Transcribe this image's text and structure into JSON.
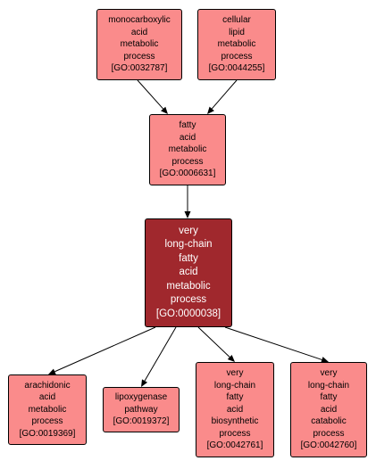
{
  "colors": {
    "node_fill": "#fa8b8b",
    "focus_fill": "#a0282d",
    "border": "#000000",
    "edge": "#000000"
  },
  "nodes": [
    {
      "id": "GO:0032787",
      "lines": [
        "monocarboxylic",
        "acid",
        "metabolic",
        "process",
        "[GO:0032787]"
      ],
      "focus": false
    },
    {
      "id": "GO:0044255",
      "lines": [
        "cellular",
        "lipid",
        "metabolic",
        "process",
        "[GO:0044255]"
      ],
      "focus": false
    },
    {
      "id": "GO:0006631",
      "lines": [
        "fatty",
        "acid",
        "metabolic",
        "process",
        "[GO:0006631]"
      ],
      "focus": false
    },
    {
      "id": "GO:0000038",
      "lines": [
        "very",
        "long-chain",
        "fatty",
        "acid",
        "metabolic",
        "process",
        "[GO:0000038]"
      ],
      "focus": true
    },
    {
      "id": "GO:0019369",
      "lines": [
        "arachidonic",
        "acid",
        "metabolic",
        "process",
        "[GO:0019369]"
      ],
      "focus": false
    },
    {
      "id": "GO:0019372",
      "lines": [
        "lipoxygenase",
        "pathway",
        "[GO:0019372]"
      ],
      "focus": false
    },
    {
      "id": "GO:0042761",
      "lines": [
        "very",
        "long-chain",
        "fatty",
        "acid",
        "biosynthetic",
        "process",
        "[GO:0042761]"
      ],
      "focus": false
    },
    {
      "id": "GO:0042760",
      "lines": [
        "very",
        "long-chain",
        "fatty",
        "acid",
        "catabolic",
        "process",
        "[GO:0042760]"
      ],
      "focus": false
    }
  ],
  "edges": [
    {
      "from": "GO:0032787",
      "to": "GO:0006631"
    },
    {
      "from": "GO:0044255",
      "to": "GO:0006631"
    },
    {
      "from": "GO:0006631",
      "to": "GO:0000038"
    },
    {
      "from": "GO:0000038",
      "to": "GO:0019369"
    },
    {
      "from": "GO:0000038",
      "to": "GO:0019372"
    },
    {
      "from": "GO:0000038",
      "to": "GO:0042761"
    },
    {
      "from": "GO:0000038",
      "to": "GO:0042760"
    }
  ]
}
